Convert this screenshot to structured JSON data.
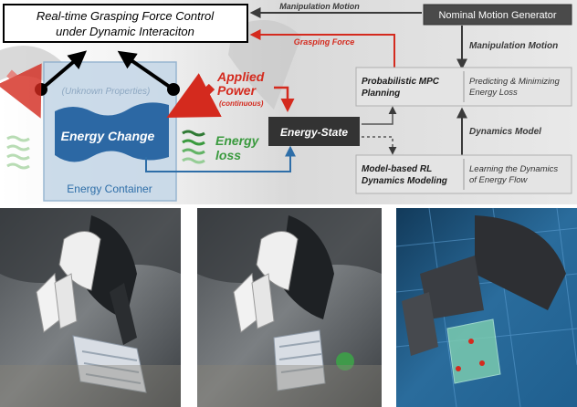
{
  "title": {
    "line1": "Real-time Grasping Force Control",
    "line2": "under Dynamic Interaciton"
  },
  "top_arrows": {
    "manipulation_motion": "Manipulation Motion",
    "grasping_force": "Grasping Force"
  },
  "nominal_generator": {
    "label": "Nominal Motion Generator"
  },
  "manipulation_motion_side": "Manipulation Motion",
  "container": {
    "unknown": "(Unknown Properties)",
    "energy_change": "Energy Change",
    "label": "Energy Container",
    "energy_loss_1": "Energy",
    "energy_loss_2": "loss"
  },
  "applied_power": {
    "line1": "Applied",
    "line2": "Power",
    "note": "(continuous)"
  },
  "energy_state": {
    "label": "Energy-State"
  },
  "mpc": {
    "title1": "Probabilistic MPC",
    "title2": "Planning",
    "desc1": "Predicting & Minimizing",
    "desc2": "Energy Loss"
  },
  "dynamics_model_label": "Dynamics Model",
  "rl": {
    "title1": "Model-based RL",
    "title2": "Dynamics Modeling",
    "desc1": "Learning the Dynamics",
    "desc2": "of Energy Flow"
  },
  "colors": {
    "red": "#d42a1e",
    "blue": "#2e6ea8",
    "green": "#3a9a3e",
    "dark": "#3a3a3a",
    "panel_gray": "#e4e4e4"
  },
  "photos": [
    {
      "scene": "robot-hand-grasping-box-photo-1"
    },
    {
      "scene": "robot-hand-grasping-box-photo-2"
    },
    {
      "scene": "robot-hand-simulation-render"
    }
  ]
}
